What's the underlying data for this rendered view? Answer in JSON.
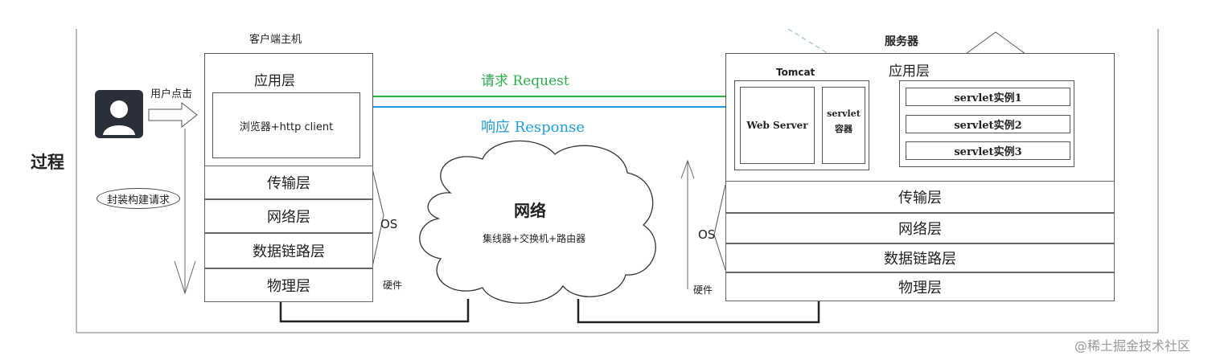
{
  "process_label": "过程",
  "client": {
    "title": "客户端主机",
    "app_layer": "应用层",
    "browser": "浏览器+http client",
    "transport": "传输层",
    "network": "网络层",
    "datalink": "数据链路层",
    "physical": "物理层",
    "os": "OS",
    "hardware": "硬件",
    "user_click": "用户点击",
    "encapsulate": "封装构建请求"
  },
  "request_label": "请求 Request",
  "response_label": "响应 Response",
  "cloud": {
    "title": "网络",
    "subtitle": "集线器+交换机+路由器"
  },
  "server": {
    "title": "服务器",
    "app_layer": "应用层",
    "tomcat": "Tomcat",
    "web_server": "Web Server",
    "servlet_container_1": "servlet",
    "servlet_container_2": "容器",
    "servlet_instances": [
      "servlet实例1",
      "servlet实例2",
      "servlet实例3"
    ],
    "transport": "传输层",
    "network": "网络层",
    "datalink": "数据链路层",
    "physical": "物理层",
    "os": "OS",
    "hardware": "硬件"
  },
  "watermark": "@稀土掘金技术社区",
  "colors": {
    "request": "#27b04a",
    "response": "#1b9de2",
    "user_icon_bg": "#2a2f3a"
  }
}
